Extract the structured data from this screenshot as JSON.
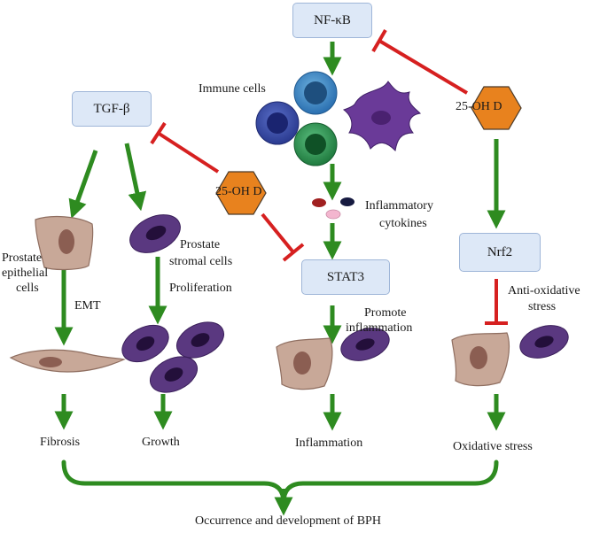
{
  "boxes": {
    "nfkb": "NF-κB",
    "tgfb": "TGF-β",
    "stat3": "STAT3",
    "nrf2": "Nrf2"
  },
  "inhibitors": {
    "vitd_left": "25-OH D",
    "vitd_right": "25-OH D"
  },
  "labels": {
    "immune_cells": "Immune cells",
    "inflammatory_cytokines_1": "Inflammatory",
    "inflammatory_cytokines_2": "cytokines",
    "prostate_epithelial_1": "Prostate",
    "prostate_epithelial_2": "epithelial",
    "prostate_epithelial_3": "cells",
    "prostate_stromal_1": "Prostate",
    "prostate_stromal_2": "stromal cells",
    "proliferation": "Proliferation",
    "emt": "EMT",
    "promote_inflammation_1": "Promote",
    "promote_inflammation_2": "inflammation",
    "anti_oxidative_1": "Anti-oxidative",
    "anti_oxidative_2": "stress"
  },
  "outcomes": {
    "fibrosis": "Fibrosis",
    "growth": "Growth",
    "inflammation": "Inflammation",
    "oxidative_stress": "Oxidative stress"
  },
  "footer": "Occurrence and development of BPH",
  "colors": {
    "activation_arrow": "#2e8b20",
    "inhibition": "#d62020",
    "box_fill": "#dde8f7",
    "hexagon": "#e8821e",
    "epithelial_cell": "#c8a898",
    "stromal_cell": "#5a3880"
  }
}
